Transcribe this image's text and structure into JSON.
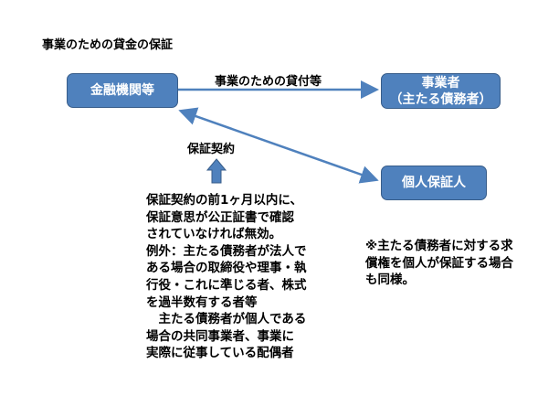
{
  "title": "事業のための貸金の保証",
  "nodes": {
    "lender": "金融機関等",
    "debtor_line1": "事業者",
    "debtor_line2": "（主たる債務者）",
    "guarantor": "個人保証人"
  },
  "edges": {
    "loan_label": "事業のための貸付等",
    "contract_label": "保証契約"
  },
  "notes": {
    "main": [
      "保証契約の前1ヶ月以内に、",
      "保証意思が公正証書で確認",
      "されていなければ無効。",
      "例外：主たる債務者が法人で",
      "ある場合の取締役や理事・執",
      "行役・これに準じる者、株式",
      "を過半数有する者等",
      "　主たる債務者が個人である",
      "場合の共同事業者、事業に",
      "実際に従事している配偶者"
    ],
    "side": [
      "※主たる債務者に対する求",
      "償権を個人が保証する場合",
      "も同様。"
    ]
  },
  "colors": {
    "box": "#4f81bd",
    "border": "#385d8a"
  }
}
